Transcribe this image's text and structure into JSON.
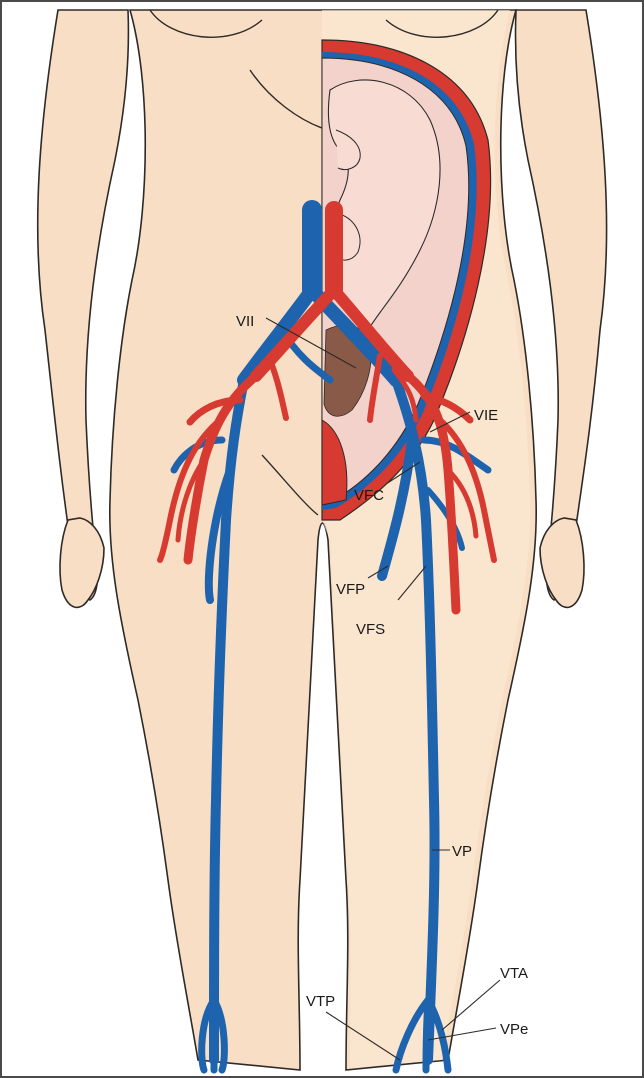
{
  "colors": {
    "skin": "#f8dec4",
    "skin_shadow": "#eecaa6",
    "skin_light": "#fbe9d6",
    "outline": "#2e2a28",
    "vein": "#1e63ad",
    "artery": "#d63a30",
    "uterus": "#f3d2cc",
    "placenta": "#8a5a48",
    "frame": "#4a4a4a"
  },
  "labels": {
    "vii": "VII",
    "vie": "VIE",
    "vfc": "VFC",
    "vfp": "VFP",
    "vfs": "VFS",
    "vp": "VP",
    "vta": "VTA",
    "vtp": "VTP",
    "vpe": "VPe"
  }
}
